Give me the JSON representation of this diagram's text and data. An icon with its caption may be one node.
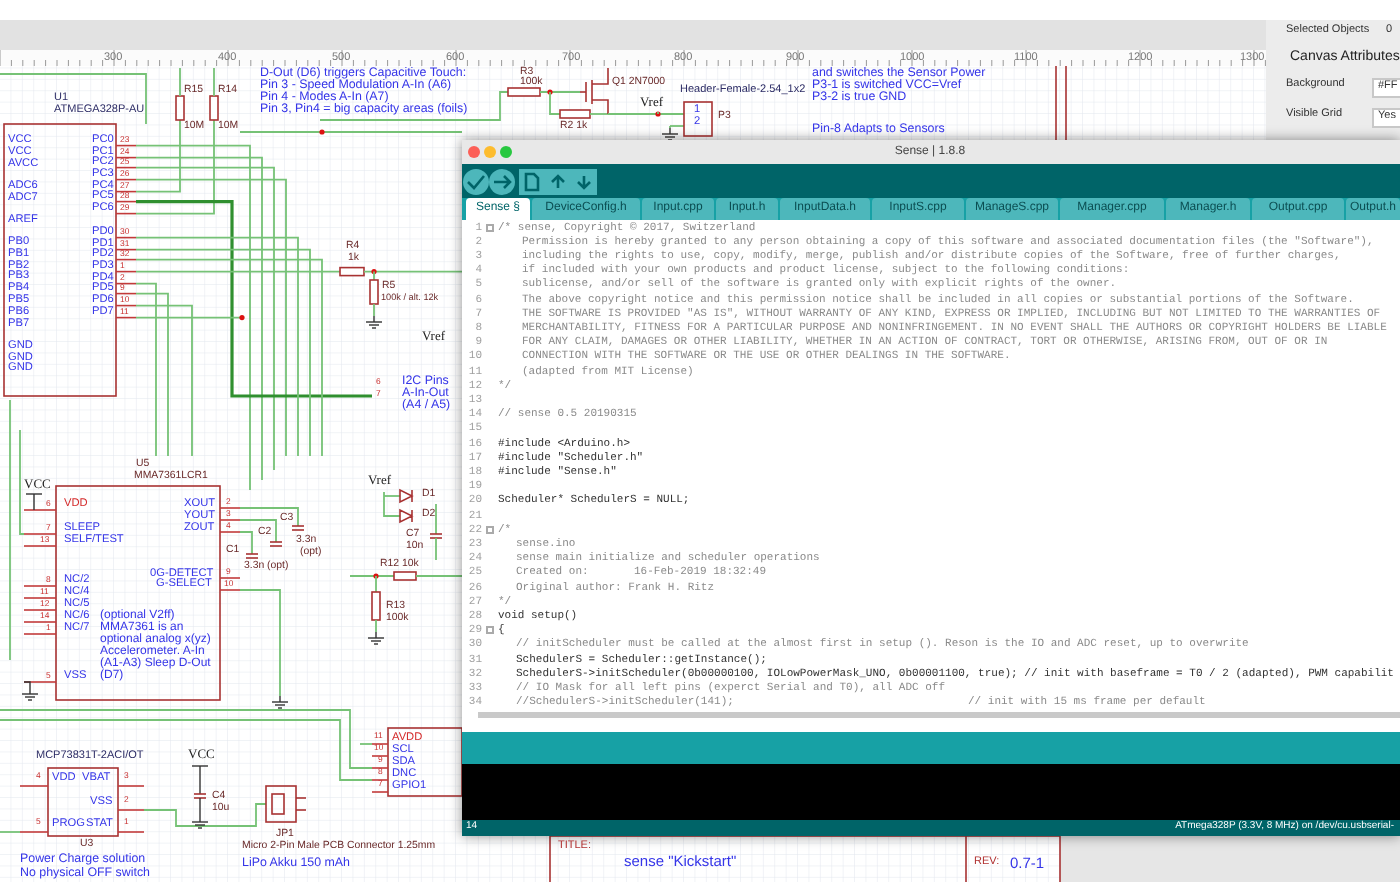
{
  "diagram": {
    "labels": [
      "300",
      "400",
      "500",
      "600",
      "700",
      "800",
      "900",
      "1000",
      "1100",
      "1200",
      "1300",
      "Selected Objects",
      "0",
      "Canvas Attributes",
      "Background",
      "#FF",
      "Visible Grid",
      "Yes",
      "D-Out (D6) triggers Capacitive Touch:",
      "Pin 3 - Speed Modulation A-In (A6)",
      "Pin 4 - Modes A-In (A7)",
      "Pin 3, Pin4 = big capacity areas (foils)",
      "R15",
      "R14",
      "10M",
      "10M",
      "U1",
      "ATMEGA328P-AU",
      "R3",
      "100k",
      "Q1 2N7000",
      "R2 1k",
      "Vref",
      "Header-Female-2.54_1x2",
      "1",
      "2",
      "P3",
      "and switches the Sensor Power",
      "P3-1 is switched VCC=Vref",
      "P3-2 is true GND",
      "Pin-8 Adapts to Sensors",
      "VCC",
      "VCC",
      "AVCC",
      "ADC6",
      "ADC7",
      "AREF",
      "PB0",
      "PB1",
      "PB2",
      "PB3",
      "PB4",
      "PB5",
      "PB6",
      "PB7",
      "GND",
      "GND",
      "GND",
      "PC0",
      "23",
      "PC1",
      "24",
      "PC2",
      "25",
      "PC3",
      "26",
      "PC4",
      "27",
      "PC5",
      "28",
      "PC6",
      "29",
      "PD0",
      "30",
      "PD1",
      "31",
      "PD2",
      "32",
      "PD3",
      "1",
      "PD4",
      "2",
      "PD5",
      "9",
      "PD6",
      "10",
      "PD7",
      "11",
      "R4",
      "1k",
      "R5",
      "100k / alt. 12k",
      "Vref",
      "6",
      "7",
      "I2C Pins",
      "A-In-Out",
      "(A4 / A5)",
      "U5",
      "MMA7361LCR1",
      "VCC",
      "6",
      "VDD",
      "7",
      "SLEEP",
      "13",
      "SELF/TEST",
      "8",
      "NC/2",
      "11",
      "NC/4",
      "12",
      "NC/5",
      "14",
      "NC/6",
      "1",
      "NC/7",
      "(optional V2ff) MMA7361 is an optional analog x(yz) Accelerometer. A-In (A1-A3) Sleep D-Out (D7)",
      "5",
      "VSS",
      "XOUT",
      "2",
      "YOUT",
      "3",
      "ZOUT",
      "4",
      "0G-DETECT",
      "9",
      "G-SELECT",
      "10",
      "C1",
      "C2",
      "C3",
      "3.3n",
      "(opt)",
      "3.3n (opt)",
      "Vref",
      "D1",
      "D2",
      "C7",
      "10n",
      "R12 10k",
      "R13",
      "100k",
      "11",
      "AVDD",
      "10",
      "SCL",
      "9",
      "SDA",
      "8",
      "DNC",
      "7",
      "GPIO1",
      "MCP73831T-2ACI/OT",
      "4",
      "VDD",
      "VBAT",
      "3",
      "VSS",
      "2",
      "5",
      "PROG",
      "STAT",
      "1",
      "U3",
      "Power Charge solution",
      "No physical OFF switch",
      "VCC",
      "C4",
      "10u",
      "JP1",
      "Micro 2-Pin Male PCB Connector 1.25mm",
      "LiPo Akku 150 mAh",
      "TITLE:",
      "sense \"Kickstart\"",
      "REV:",
      "0.7-1",
      "Sense | 1.8.8",
      "Sense §",
      "DeviceConfig.h",
      "Input.cpp",
      "Input.h",
      "InputData.h",
      "InputS.cpp",
      "ManageS.cpp",
      "Manager.cpp",
      "Manager.h",
      "Output.cpp",
      "Output.h",
      "1",
      "/* sense, Copyright © 2017, Switzerland",
      "2",
      "Permission is hereby granted to any person obtaining a copy of this software and associated documentation files (the \"Software\"),",
      "3",
      "including the rights to use, copy, modify, merge, publish and/or distribute copies of the Software, free of further charges,",
      "4",
      "if included with your own products and product license, subject to the following conditions:",
      "5",
      "sublicense, and/or sell of the software is granted only with explicit rights of the owner.",
      "6",
      "The above copyright notice and this permission notice shall be included in all copies or substantial portions of the Software.",
      "7",
      "THE SOFTWARE IS PROVIDED \"AS IS\", WITHOUT WARRANTY OF ANY KIND, EXPRESS OR IMPLIED, INCLUDING BUT NOT LIMITED TO THE WARRANTIES OF",
      "8",
      "MERCHANTABILITY, FITNESS FOR A PARTICULAR PURPOSE AND NONINFRINGEMENT. IN NO EVENT SHALL THE AUTHORS OR COPYRIGHT HOLDERS BE LIABLE",
      "9",
      "FOR ANY CLAIM, DAMAGES OR OTHER LIABILITY, WHETHER IN AN ACTION OF CONTRACT, TORT OR OTHERWISE, ARISING FROM, OUT OF OR IN",
      "10",
      "CONNECTION WITH THE SOFTWARE OR THE USE OR OTHER DEALINGS IN THE SOFTWARE.",
      "11",
      "(adapted from MIT License)",
      "12",
      "*/",
      "13",
      "14",
      "// sense 0.5 20190315",
      "15",
      "16",
      "#include <Arduino.h>",
      "17",
      "#include \"Scheduler.h\"",
      "18",
      "#include \"Sense.h\"",
      "19",
      "20",
      "Scheduler* SchedulerS = NULL;",
      "21",
      "22",
      "/*",
      "23",
      "sense.ino",
      "24",
      "sense main initialize and scheduler operations",
      "25",
      "Created on:",
      "16-Feb-2019 18:32:49",
      "26",
      "Original author: Frank H. Ritz",
      "27",
      "*/",
      "28",
      "void setup()",
      "29",
      "{",
      "30",
      "// initScheduler must be called at the almost first in setup (). Reson is the IO and ADC reset, up to overwrite",
      "31",
      "SchedulerS = Scheduler::getInstance();",
      "32",
      "SchedulerS->initScheduler(0b00000100, IOLowPowerMask_UNO, 0b00001100, true); // init with baseframe = T0 / 2 (adapted), PWM capabilit",
      "33",
      "// IO Mask for all left pins (experct Serial and T0), all ADC off",
      "34",
      "//SchedulerS->initScheduler(141);",
      "// init with 15 ms frame per default",
      "14",
      "ATmega328P (3.3V, 8 MHz) on /dev/cu.usbserial-"
    ]
  }
}
